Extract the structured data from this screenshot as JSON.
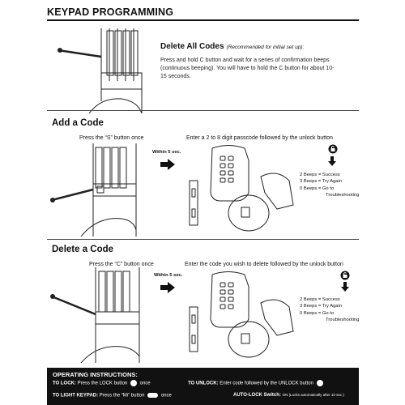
{
  "header": {
    "title": "KEYPAD PROGRAMMING"
  },
  "delete_all": {
    "title": "Delete All Codes",
    "recommendation": "(Recommended for initial set up):",
    "body": "Press and hold C button and wait for a series of confirmation beeps (continuous beeping). You will have to hold the C button for about 10-15 seconds."
  },
  "add_code": {
    "title": "Add a Code",
    "step1": "Press the “S” button once",
    "arrow_label": "Within 5 sec.",
    "step2": "Enter a 2 to 8 digit passcode followed by the unlock button",
    "beeps": [
      "2 Beeps = Success",
      "3 Beeps = Try Again",
      "0 Beeps = Go to",
      "Troubleshooting"
    ]
  },
  "delete_code": {
    "title": "Delete a Code",
    "step1": "Press the “C” button once",
    "arrow_label": "Within 5 sec.",
    "step2": "Enter the code you wish to delete followed by the unlock button",
    "beeps": [
      "2 Beeps = Success",
      "3 Beeps = Try Again",
      "0 Beeps = Go to",
      "Troubleshooting"
    ]
  },
  "operating": {
    "title": "OPERATING INSTRUCTIONS:",
    "to_lock_label": "TO LOCK:",
    "to_lock_text": "Press the LOCK button",
    "to_lock_suffix": "once",
    "to_unlock_label": "TO UNLOCK:",
    "to_unlock_text": "Enter code followed by the UNLOCK button",
    "to_light_label": "TO LIGHT KEYPAD:",
    "to_light_text": "Press the “Mi” button",
    "to_light_suffix": "once",
    "auto_lock_label": "AUTO-LOCK Switch:",
    "auto_lock_text": "ON (Locks automatically after 10 sec.)"
  },
  "icons": [
    "lock-icon",
    "unlock-icon",
    "light-button-icon",
    "arrow-right-icon",
    "arrow-down-icon"
  ]
}
